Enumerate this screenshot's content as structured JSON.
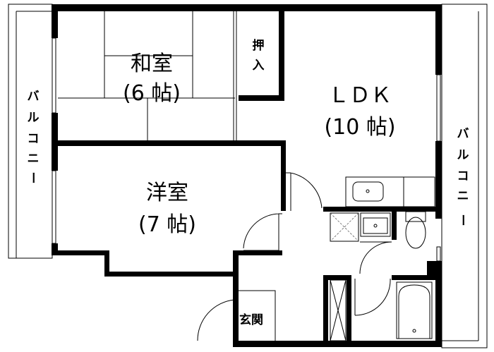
{
  "rooms": {
    "washitsu": {
      "name": "和室",
      "size": "(6 帖)"
    },
    "oshiire": {
      "name_top": "押",
      "name_bottom": "入"
    },
    "ldk": {
      "name": "ＬＤＫ",
      "size": "(10 帖)"
    },
    "yoshitsu": {
      "name": "洋室",
      "size": "(7 帖)"
    },
    "genkan": {
      "name": "玄関"
    }
  },
  "balcony_left": {
    "chars": [
      "バ",
      "ル",
      "コ",
      "ニ",
      "ー"
    ]
  },
  "balcony_right": {
    "chars": [
      "バ",
      "ル",
      "コ",
      "ニ",
      "ー"
    ]
  }
}
